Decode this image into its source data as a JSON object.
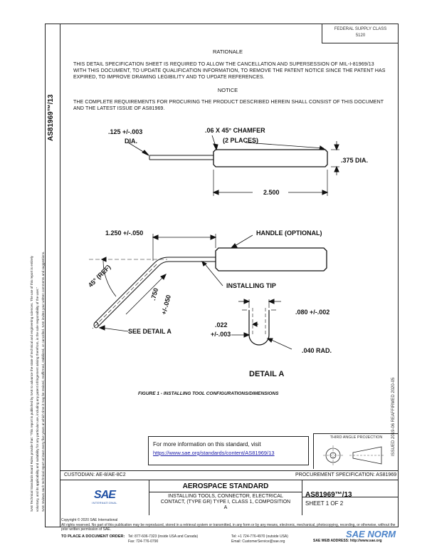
{
  "header": {
    "federal_class_label": "FEDERAL SUPPLY CLASS",
    "federal_class_value": "5120",
    "doc_id_vertical": "AS81969™/13"
  },
  "left_margin_text": {
    "line1": "SAE Technical Standards Board Rules provide that: \"This report is published by SAE to advance the state of technical and engineering sciences. The use of this report is entirely",
    "line2": "voluntary, and its applicability and suitability for any particular use, including any patent infringement arising therefrom, is the sole responsibility of the user.\"",
    "line3": "SAE reviews each technical report at least every five years at which time it may be revised, reaffirmed, stabilized, or cancelled. SAE invites your written comments and suggestions."
  },
  "right_margin_text": "ISSUED 2019-06   REAFFIRMED 2020-05",
  "rationale": {
    "heading": "RATIONALE",
    "text": "THIS DETAIL SPECIFICATION SHEET IS REQUIRED TO ALLOW THE CANCELLATION AND SUPERSESSION OF MIL-I-81969/13 WITH THIS DOCUMENT, TO UPDATE QUALIFICATION INFORMATION, TO REMOVE THE PATENT NOTICE SINCE THE PATENT HAS EXPIRED, TO IMPROVE DRAWING LEGIBILITY AND TO UPDATE REFERENCES."
  },
  "notice": {
    "heading": "NOTICE",
    "text": "THE COMPLETE REQUIREMENTS FOR PROCURING THE PRODUCT DESCRIBED HEREIN SHALL CONSIST OF THIS DOCUMENT AND THE LATEST ISSUE OF AS81969."
  },
  "drawing": {
    "dia_small": ".125 +/-.003",
    "dia_small_suffix": "DIA.",
    "chamfer": ".06 X 45° CHAMFER",
    "chamfer_places": "(2 PLACES)",
    "dia_large": ".375 DIA.",
    "length": "2.500",
    "tip_length": "1.250 +/-.050",
    "handle": "HANDLE (OPTIONAL)",
    "angle": "45° (REF)",
    "bend_length": ".750",
    "bend_tol": "+/-.050",
    "installing_tip": "INSTALLING TIP",
    "see_detail": "SEE DETAIL A",
    "detail_width": ".080 +/-.002",
    "detail_thick": ".022",
    "detail_thick_tol": "+/-.003",
    "detail_rad": ".040 RAD.",
    "detail_title": "DETAIL A",
    "figure_caption": "FIGURE 1 - INSTALLING TOOL CONFIGURATIONS/DIMENSIONS"
  },
  "info_box": {
    "text": "For more information on this standard, visit",
    "url": "https://www.sae.org/standards/content/AS81969/13"
  },
  "projection": {
    "label": "THIRD ANGLE PROJECTION"
  },
  "title_block": {
    "custodian": "CUSTODIAN: AE-8/AE-8C2",
    "procurement": "PROCUREMENT SPECIFICATION: AS81969",
    "logo_text": "SAE",
    "logo_sub": "INTERNATIONAL",
    "standard_title": "AEROSPACE STANDARD",
    "description": "INSTALLING TOOLS, CONNECTOR, ELECTRICAL CONTACT, (TYPE GR) TYPE I, CLASS 1, COMPOSITION A",
    "doc_number": "AS81969™/13",
    "sheet": "SHEET 1 OF 2"
  },
  "footer": {
    "copyright": "Copyright © 2020 SAE International",
    "rights": "All rights reserved. No part of this publication may be reproduced, stored in a retrieval system or transmitted, in any form or by any means, electronic, mechanical, photocopying, recording, or otherwise, without the prior written permission of SAE.",
    "order_label": "TO PLACE A DOCUMENT ORDER:",
    "tel1": "Tel: 877-606-7323 (inside USA and Canada)",
    "tel2": "Tel: +1 724-776-4970 (outside USA)",
    "fax": "Fax: 724-776-0790",
    "email": "Email: CustomerService@sae.org",
    "web": "SAE WEB ADDRESS: http://www.sae.org"
  },
  "watermark": "SAE NORM"
}
